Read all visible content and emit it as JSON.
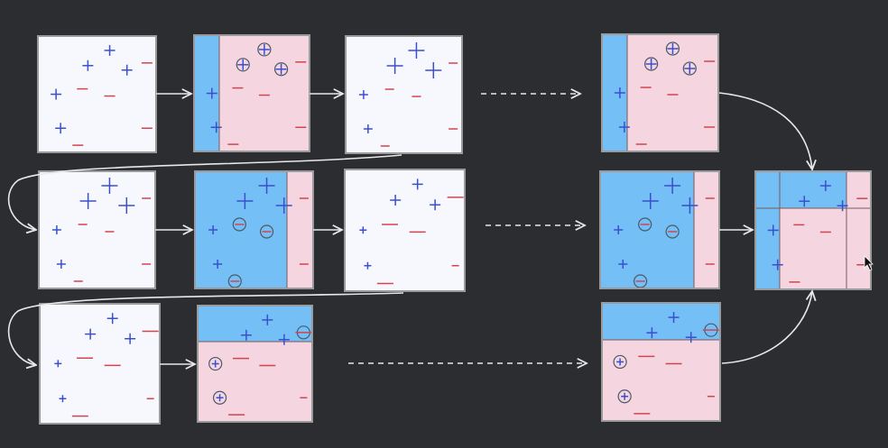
{
  "colors": {
    "background": "#2b2d30",
    "panel_blank": "#f7f8fd",
    "region_positive": "#74bff5",
    "region_negative": "#f5d5df",
    "plus": "#3a4fd0",
    "minus": "#d0454f",
    "circle": "#4a5a6a",
    "arrow": "#e8e8e8",
    "frame": "#9a9a9a"
  },
  "diagram": {
    "rows": [
      {
        "panels": [
          "weights",
          "stump-vertical-left",
          "reweighted",
          "stump-vertical-left"
        ]
      },
      {
        "panels": [
          "weights",
          "stump-vertical-right",
          "reweighted",
          "stump-vertical-right"
        ]
      },
      {
        "panels": [
          "weights",
          "stump-horizontal",
          "stump-horizontal"
        ]
      }
    ],
    "combined_panel": "final-ensemble"
  }
}
